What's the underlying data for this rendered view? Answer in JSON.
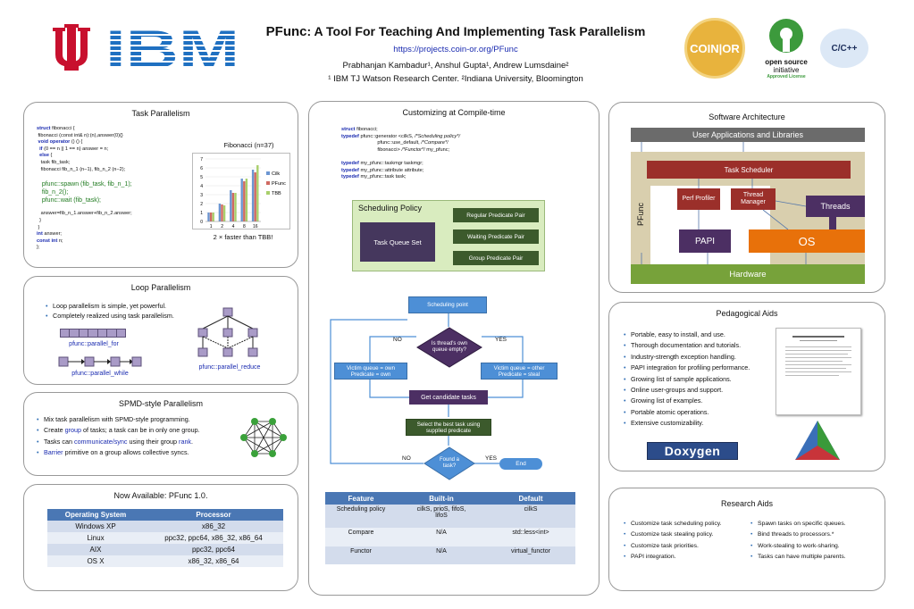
{
  "header": {
    "title_bold": "PFunc",
    "title_rest": ": A Tool For Teaching  And Implementing Task Parallelism",
    "url": "https://projects.coin-or.org/PFunc",
    "authors": "Prabhanjan Kambadur¹, Anshul Gupta¹, Andrew Lumsdaine²",
    "affiliations": "¹ IBM TJ Watson Research Center. ²Indiana University, Bloomington",
    "ibm_logo": "IBM",
    "coinor_logo": "COIN|OR",
    "osi_line1": "open source",
    "osi_line2": "initiative",
    "osi_line3": "Approved License",
    "cpp_badge": "C/C++"
  },
  "task_parallelism": {
    "title": "Task Parallelism",
    "code": [
      {
        "k": "struct",
        "t": " fibonacci {"
      },
      {
        "k": "",
        "t": " fibonacci (const int& n):(n),answer(0){}"
      },
      {
        "k": " void operator",
        "t": " () () {"
      },
      {
        "k": "  if",
        "t": " (0 == n || 1 == n) answer = n;"
      },
      {
        "k": "  else",
        "t": " {"
      },
      {
        "k": "",
        "t": "   task fib_task;"
      },
      {
        "k": "",
        "t": "   fibonacci fib_n_1 (n−1), fib_n_2 (n−2);"
      },
      {
        "k": "",
        "t": ""
      },
      {
        "c": "g",
        "t": "   pfunc::spawn (fib_task, fib_n_1);"
      },
      {
        "c": "g",
        "t": "   fib_n_2();"
      },
      {
        "c": "g",
        "t": "   pfunc::wait (fib_task);"
      },
      {
        "k": "",
        "t": ""
      },
      {
        "k": "",
        "t": "   answer=fib_n_1.answer+fib_n_2.answer;"
      },
      {
        "k": "",
        "t": "  }"
      },
      {
        "k": "",
        "t": " }"
      },
      {
        "k": "int",
        "t": " answer;"
      },
      {
        "k": "const int",
        "t": " n;"
      },
      {
        "k": "",
        "t": "};"
      }
    ],
    "caption": "2 × faster than TBB!"
  },
  "chart_data": {
    "type": "bar",
    "title": "Fibonacci (n=37)",
    "categories": [
      "1",
      "2",
      "4",
      "8",
      "16"
    ],
    "ylim": [
      0,
      7
    ],
    "yticks": [
      "0",
      "1",
      "2",
      "3",
      "4",
      "5",
      "6",
      "7"
    ],
    "series": [
      {
        "name": "Cilk",
        "color": "#6c96d2",
        "values": [
          1,
          2,
          3.5,
          4.8,
          5.8
        ]
      },
      {
        "name": "PFunc",
        "color": "#d06a62",
        "values": [
          1,
          1.9,
          3.2,
          4.5,
          5.5
        ]
      },
      {
        "name": "TBB",
        "color": "#a9cf6b",
        "values": [
          1,
          1.8,
          3.2,
          4.8,
          6.3
        ]
      }
    ],
    "legend": "right"
  },
  "loop_parallelism": {
    "title": "Loop Parallelism",
    "bullets": [
      "Loop parallelism is simple, yet powerful.",
      "Completely realized using  task parallelism."
    ],
    "label_for": "pfunc::parallel_for",
    "label_while": "pfunc::parallel_while",
    "label_reduce": "pfunc::parallel_reduce"
  },
  "spmd": {
    "title": "SPMD-style Parallelism",
    "b1": "Mix task parallelism with SPMD-style programming.",
    "b2_pre": "Create ",
    "b2_hl": "group",
    "b2_post": " of tasks; a task can be in only one group.",
    "b3_pre": "Tasks can ",
    "b3_hl1": "communicate/sync",
    "b3_mid": " using their group ",
    "b3_hl2": "rank",
    "b3_post": ".",
    "b4_hl": "Barrier",
    "b4_post": " primitive on a group allows collective syncs."
  },
  "now_available": {
    "title": "Now Available: PFunc 1.0.",
    "headers": [
      "Operating System",
      "Processor"
    ],
    "rows": [
      [
        "Windows XP",
        "x86_32"
      ],
      [
        "Linux",
        "ppc32, ppc64, x86_32, x86_64"
      ],
      [
        "AIX",
        "ppc32, ppc64"
      ],
      [
        "OS X",
        "x86_32, x86_64"
      ]
    ]
  },
  "customizing": {
    "title": "Customizing at Compile-time",
    "code_lines": [
      {
        "k": "struct",
        "t": " fibonacci;"
      },
      {
        "k": "typedef",
        "t": " pfunc::generator <cilkS, ",
        "c": "/*Scheduling policy*/"
      },
      {
        "k": "",
        "t": "                          pfunc::use_default, ",
        "c": "/*Compare*/"
      },
      {
        "k": "",
        "t": "                          fibonacci> ",
        "c": "/*Functor*/",
        "t2": " my_pfunc;"
      },
      {
        "k": "",
        "t": ""
      },
      {
        "k": "typedef",
        "t": " my_pfunc::taskmgr taskmgr;"
      },
      {
        "k": "typedef",
        "t": " my_pfunc::attribute attribute;"
      },
      {
        "k": "typedef",
        "t": " my_pfunc::task task;"
      }
    ],
    "sched_policy": "Scheduling Policy",
    "task_queue_set": "Task Queue Set",
    "regular_pair": "Regular Predicate Pair",
    "waiting_pair": "Waiting Predicate Pair",
    "group_pair": "Group Predicate Pair",
    "scheduling_point": "Scheduling point",
    "is_own_empty": "Is thread's own queue empty?",
    "no1": "NO",
    "yes1": "YES",
    "victim_own": "Victim queue = own\nPredicate = own",
    "victim_other": "Victim queue = other\nPredicate = steal",
    "get_candidate": "Get candidate tasks",
    "select_best": "Select the best task using supplied predicate",
    "found_task": "Found a task?",
    "no2": "NO",
    "yes2": "YES",
    "end": "End",
    "table_headers": [
      "Feature",
      "Built-in",
      "Default"
    ],
    "table_rows": [
      [
        "Scheduling policy",
        "cilkS, prioS, fifoS, lifoS",
        "cilkS"
      ],
      [
        "Compare",
        "N/A",
        "std::less<int>"
      ],
      [
        "Functor",
        "N/A",
        "virtual_functor"
      ]
    ]
  },
  "software_arch": {
    "title": "Software Architecture",
    "user_apps": "User Applications and Libraries",
    "task_scheduler": "Task Scheduler",
    "perf_profiler": "Perf Profiler",
    "thread_manager": "Thread Manager",
    "threads": "Threads",
    "pfunc": "PFunc",
    "papi": "PAPI",
    "os": "OS",
    "hardware": "Hardware"
  },
  "pedagogical": {
    "title": "Pedagogical Aids",
    "bullets": [
      "Portable, easy to install, and use.",
      "Thorough documentation and tutorials.",
      "Industry-strength exception handling.",
      "PAPI integration for profiling performance.",
      "Growing list of sample applications.",
      "Online user-groups and support.",
      "Growing list of examples.",
      "Portable atomic operations.",
      "Extensive customizability."
    ],
    "doxygen": "Doxygen"
  },
  "research": {
    "title": "Research Aids",
    "left": [
      "Customize task scheduling policy.",
      "Customize task stealing policy.",
      "Customize task priorities.",
      "PAPI integration."
    ],
    "right": [
      "Spawn tasks on specific queues.",
      "Bind threads to processors.*",
      "Work-stealing to work-sharing.",
      "Tasks can have multiple parents."
    ]
  },
  "colors": {
    "accent_blue": "#4a77b4",
    "iu_red": "#c8102e",
    "ibm_blue": "#1f70c1",
    "arch_gray": "#6b6b6b",
    "arch_tan": "#d9cfae",
    "arch_red": "#9b2f2a",
    "arch_purple": "#4c2f63",
    "arch_orange": "#e8710a",
    "arch_green": "#77a23a"
  }
}
